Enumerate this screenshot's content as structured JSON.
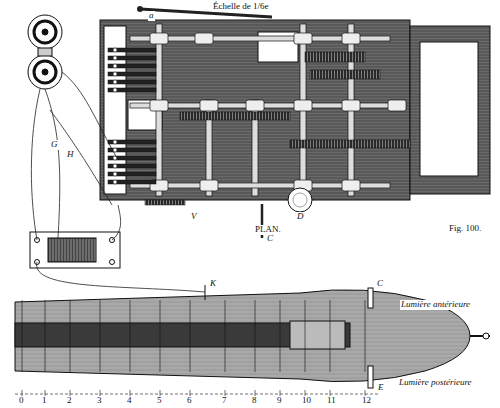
{
  "diagram": {
    "labels": [
      "Échelle de 1/6e",
      "a",
      "PLAN.",
      "Fig. 100.",
      "C",
      "D",
      "V",
      "G",
      "H",
      "K",
      "Lumière antérieure",
      "Lumière postérieure",
      "C",
      "E",
      "0",
      "1",
      "2",
      "3",
      "4",
      "5",
      "6",
      "7",
      "8",
      "9",
      "10",
      "11",
      "12"
    ]
  }
}
